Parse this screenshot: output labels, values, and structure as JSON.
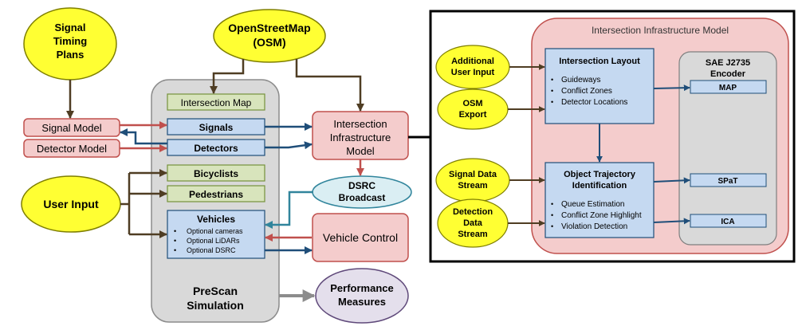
{
  "left": {
    "signal_timing": [
      "Signal",
      "Timing",
      "Plans"
    ],
    "osm": [
      "OpenStreetMap",
      "(OSM)"
    ],
    "signal_model": "Signal Model",
    "detector_model": "Detector Model",
    "user_input": "User Input",
    "prescan": {
      "intersection_map": "Intersection Map",
      "signals": "Signals",
      "detectors": "Detectors",
      "bicyclists": "Bicyclists",
      "pedestrians": "Pedestrians",
      "vehicles": "Vehicles",
      "vehicle_options": [
        "Optional cameras",
        "Optional LiDARs",
        "Optional DSRC"
      ],
      "label": [
        "PreScan",
        "Simulation"
      ]
    },
    "iim": [
      "Intersection",
      "Infrastructure",
      "Model"
    ],
    "dsrc": [
      "DSRC",
      "Broadcast"
    ],
    "vehicle_control": "Vehicle Control",
    "performance": [
      "Performance",
      "Measures"
    ]
  },
  "detail": {
    "title": "Intersection Infrastructure Model",
    "additional_input": [
      "Additional",
      "User Input"
    ],
    "osm_export": [
      "OSM",
      "Export"
    ],
    "signal_data": [
      "Signal Data",
      "Stream"
    ],
    "detection_data": [
      "Detection",
      "Data",
      "Stream"
    ],
    "layout": {
      "title": "Intersection Layout",
      "bullets": [
        "Guideways",
        "Conflict Zones",
        "Detector Locations"
      ]
    },
    "trajectory": {
      "title": [
        "Object Trajectory",
        "Identification"
      ],
      "bullets": [
        "Queue Estimation",
        "Conflict Zone Highlight",
        "Violation Detection"
      ]
    },
    "encoder": {
      "title": [
        "SAE J2735",
        "Encoder"
      ],
      "map": "MAP",
      "spat": "SPaT",
      "ica": "ICA"
    }
  },
  "colors": {
    "yellow": "#ffff33",
    "pink": "#f4cccc",
    "red_edge": "#c0504d",
    "blue_fill": "#c5d9f1",
    "green_fill": "#d8e4bc",
    "gray_fill": "#d9d9d9",
    "lavender": "#e4dfec",
    "cyan_fill": "#daeef3",
    "arrow_dark": "#4f3d23",
    "arrow_blue": "#1f4e79",
    "arrow_red": "#c0504d",
    "arrow_teal": "#31859c"
  }
}
